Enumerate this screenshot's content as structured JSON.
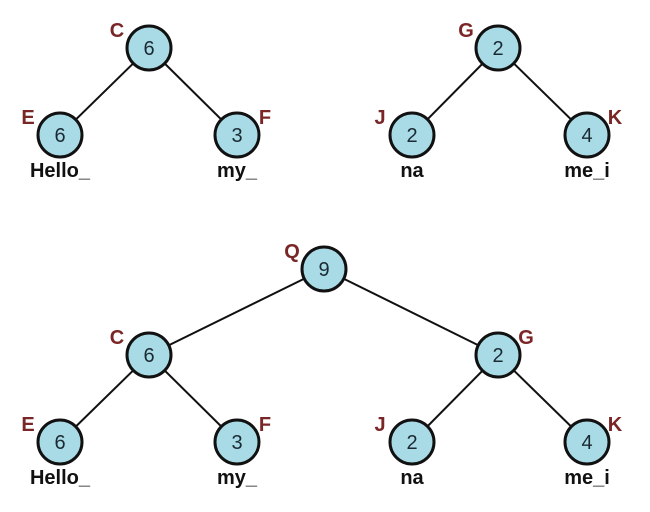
{
  "diagram": {
    "type": "huffman-tree-merge",
    "colors": {
      "node_fill": "#a9dbe6",
      "node_stroke": "#111111",
      "letter": "#7a2626",
      "text": "#111111"
    },
    "trees": [
      {
        "name": "tree-c",
        "nodes": [
          {
            "id": "C",
            "letter": "C",
            "value": "6"
          },
          {
            "id": "E",
            "letter": "E",
            "value": "6",
            "text": "Hello_"
          },
          {
            "id": "F",
            "letter": "F",
            "value": "3",
            "text": "my_"
          }
        ],
        "edges": [
          [
            "C",
            "E"
          ],
          [
            "C",
            "F"
          ]
        ]
      },
      {
        "name": "tree-g",
        "nodes": [
          {
            "id": "G",
            "letter": "G",
            "value": "2"
          },
          {
            "id": "J",
            "letter": "J",
            "value": "2",
            "text": "na"
          },
          {
            "id": "K",
            "letter": "K",
            "value": "4",
            "text": "me_i"
          }
        ],
        "edges": [
          [
            "G",
            "J"
          ],
          [
            "G",
            "K"
          ]
        ]
      },
      {
        "name": "tree-q",
        "nodes": [
          {
            "id": "Q",
            "letter": "Q",
            "value": "9"
          },
          {
            "id": "C",
            "letter": "C",
            "value": "6"
          },
          {
            "id": "G",
            "letter": "G",
            "value": "2"
          },
          {
            "id": "E",
            "letter": "E",
            "value": "6",
            "text": "Hello_"
          },
          {
            "id": "F",
            "letter": "F",
            "value": "3",
            "text": "my_"
          },
          {
            "id": "J",
            "letter": "J",
            "value": "2",
            "text": "na"
          },
          {
            "id": "K",
            "letter": "K",
            "value": "4",
            "text": "me_i"
          }
        ],
        "edges": [
          [
            "Q",
            "C"
          ],
          [
            "Q",
            "G"
          ],
          [
            "C",
            "E"
          ],
          [
            "C",
            "F"
          ],
          [
            "G",
            "J"
          ],
          [
            "G",
            "K"
          ]
        ]
      }
    ]
  }
}
